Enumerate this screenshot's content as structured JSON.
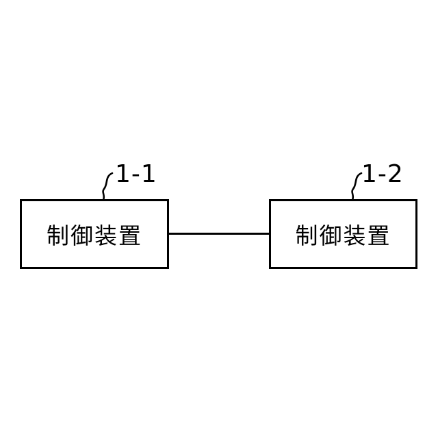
{
  "diagram": {
    "background_color": "#ffffff",
    "line_color": "#000000",
    "boxes": [
      {
        "label": "制御装置",
        "ref_label": "1-1",
        "position": "left"
      },
      {
        "label": "制御装置",
        "ref_label": "1-2",
        "position": "right"
      }
    ],
    "connector": {
      "type": "horizontal-line",
      "from": "box 1-1 right edge",
      "to": "box 1-2 left edge"
    }
  }
}
